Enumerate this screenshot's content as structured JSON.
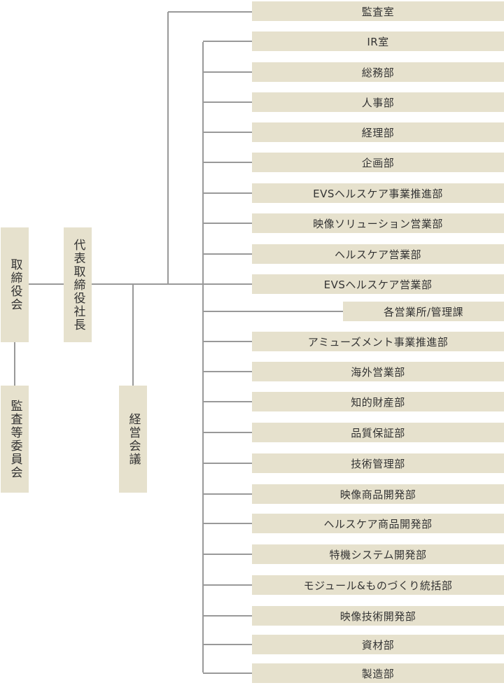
{
  "left_column": {
    "board": "取締役会",
    "audit_committee": "監査等委員会"
  },
  "president": "代表取締役社長",
  "management_meeting": "経営会議",
  "departments": [
    "監査室",
    "IR室",
    "総務部",
    "人事部",
    "経理部",
    "企画部",
    "EVSヘルスケア事業推進部",
    "映像ソリューション営業部",
    "ヘルスケア営業部",
    "EVSヘルスケア営業部",
    "各営業所/管理課",
    "アミューズメント事業推進部",
    "海外営業部",
    "知的財産部",
    "品質保証部",
    "技術管理部",
    "映像商品開発部",
    "ヘルスケア商品開発部",
    "特機システム開発部",
    "モジュール&ものづくり統括部",
    "映像技術開発部",
    "資材部",
    "製造部"
  ],
  "colors": {
    "box_fill": "#e6e1cd",
    "line": "#999999",
    "text": "#333333"
  }
}
